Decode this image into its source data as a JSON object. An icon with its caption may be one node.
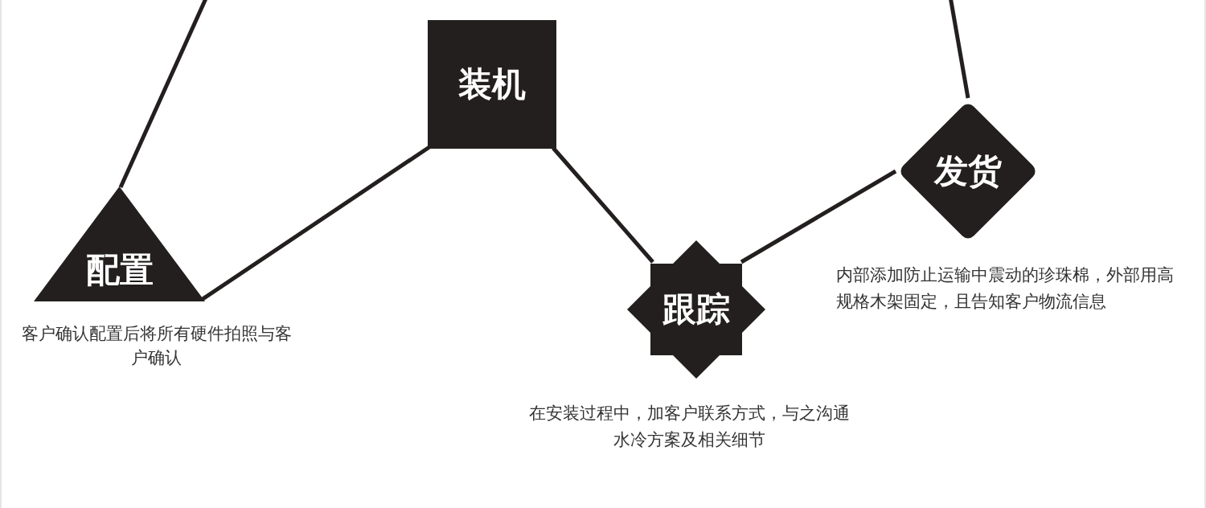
{
  "diagram": {
    "nodes": [
      {
        "text": [
          "配置"
        ],
        "beside": [
          "客户确认配置后将所有硬件拍照与客户确认"
        ]
      },
      {
        "text": [
          "装机"
        ]
      },
      {
        "text": [
          "跟踪"
        ],
        "beside": [
          "在安装过程中，加客户联系方式，与之沟通水冷方案及相关细节"
        ]
      },
      {
        "text": [
          "发货"
        ],
        "beside": [
          "内部添加防止运输中震动的珍珠棉，外部用高规格木架固定，且告知客户物流信息"
        ]
      }
    ],
    "edges": [
      {
        "from": null,
        "to": 0,
        "arrow": "none"
      },
      {
        "from": 0,
        "to": 1,
        "arrow": "none"
      },
      {
        "from": 1,
        "to": 2,
        "arrow": "none"
      },
      {
        "from": 2,
        "to": 3,
        "arrow": "none"
      },
      {
        "from": 3,
        "to": null,
        "arrow": "none"
      }
    ]
  }
}
